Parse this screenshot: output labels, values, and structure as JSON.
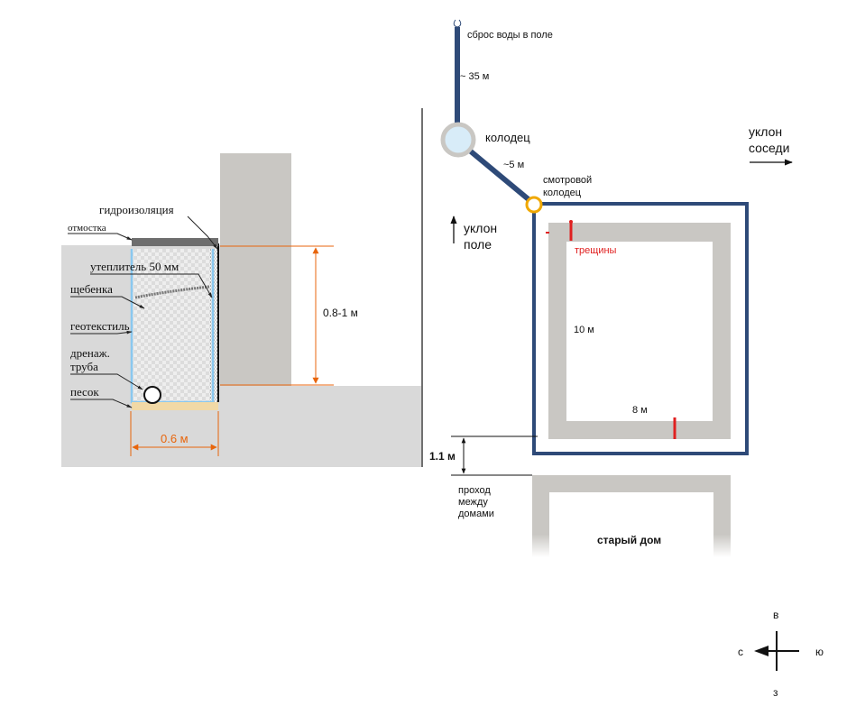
{
  "section": {
    "waterproofing": "гидроизоляция",
    "blind_area": "отмостка",
    "insulation": "утеплитель 50 мм",
    "gravel": "щебенка",
    "geotextile": "геотекстиль",
    "drain_pipe_line1": "дренаж.",
    "drain_pipe_line2": "труба",
    "sand": "песок",
    "depth": "0.8-1 м",
    "width": "0.6 м"
  },
  "plan": {
    "discharge": "сброс воды в поле",
    "pipe_length_1": "~ 35 м",
    "well": "колодец",
    "pipe_length_2": "~5 м",
    "inspection_well_line1": "смотровой",
    "inspection_well_line2": "колодец",
    "slope_neighbors_line1": "уклон",
    "slope_neighbors_line2": "соседи",
    "slope_field_line1": "уклон",
    "slope_field_line2": "поле",
    "cracks": "трещины",
    "house_length": "10 м",
    "house_width": "8 м",
    "gap": "1.1 м",
    "passage_line1": "проход",
    "passage_line2": "между",
    "passage_line3": "домами",
    "old_house": "старый дом"
  },
  "compass": {
    "north": "в",
    "south": "з",
    "west": "с",
    "east": "ю"
  },
  "colors": {
    "drain_pipe": "#2e4a78",
    "dimension": "#e8650c",
    "cracks": "#e02020",
    "inspection_well": "#f0a800",
    "wall": "#c9c7c3",
    "ground": "#d9d9d9"
  }
}
